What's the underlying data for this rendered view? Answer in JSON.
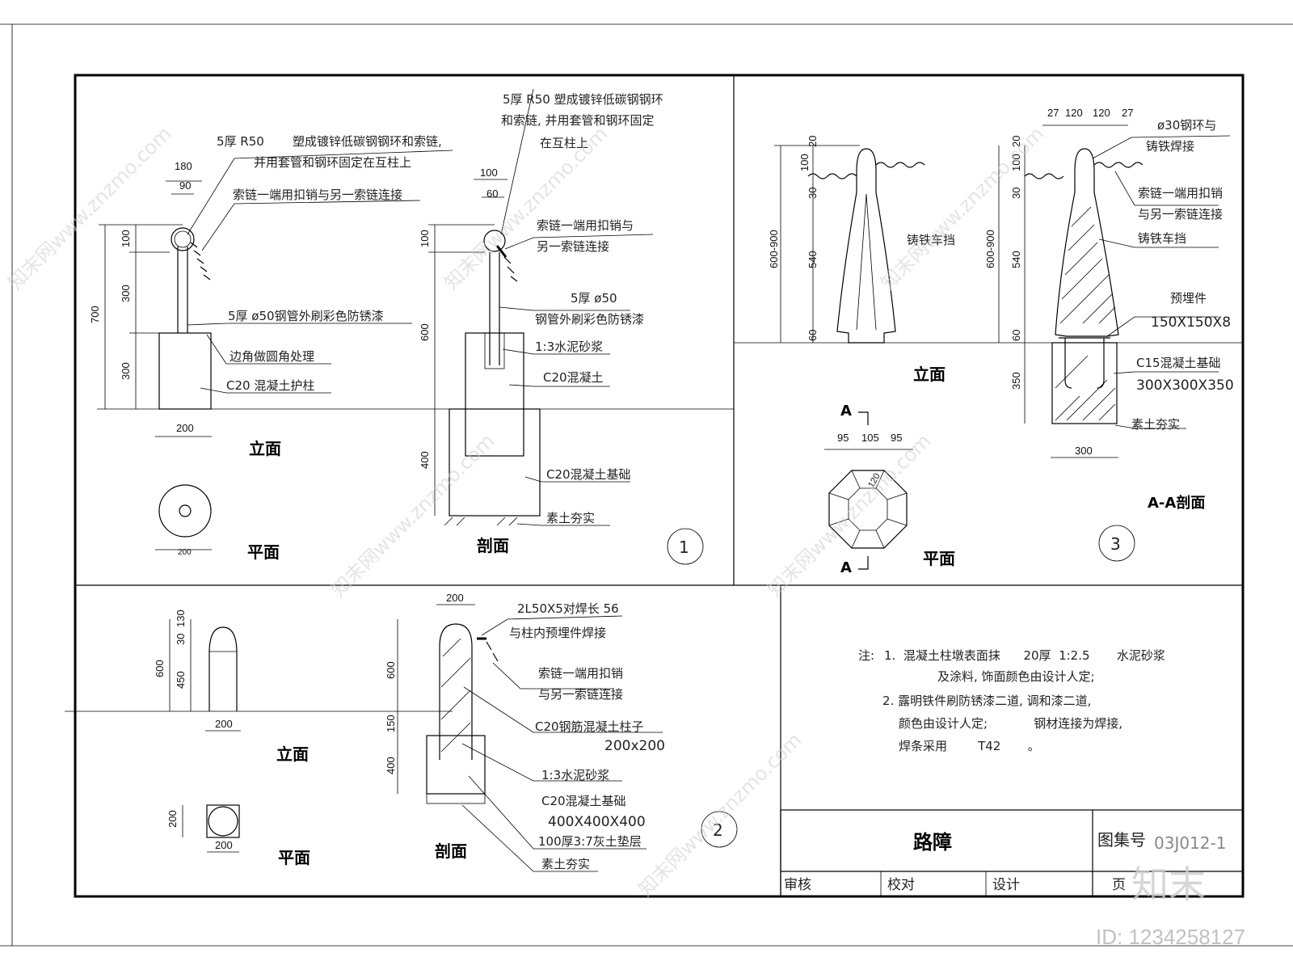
{
  "watermarks": {
    "site": "知末网www.znzmo.com",
    "logo": "知末",
    "id": "ID: 1234258127"
  },
  "detail1": {
    "ring_note": "5厚 R50",
    "ring_desc_1": "塑成镀锌低碳钢钢环和索链,",
    "ring_desc_2": "并用套管和钢环固定在互柱上",
    "chain_note": "索链一端用扣销与另一索链连接",
    "pipe_note": "5厚 ø50钢管外刷彩色防锈漆",
    "corner_note": "边角做圆角处理",
    "concrete_note": "C20 混凝土护柱",
    "dim_180": "180",
    "dim_90": "90",
    "dim_100": "100",
    "dim_300a": "300",
    "dim_300b": "300",
    "dim_700": "700",
    "dim_200": "200",
    "dim_200s": "200",
    "elev_title": "立面",
    "plan_title": "平面",
    "sec_ring_1": "5厚 R50   塑成镀锌低碳钢钢环",
    "sec_ring_2": "和索链,   并用套管和钢环固定",
    "sec_ring_3": "在互柱上",
    "sec_chain_1": "索链一端用扣销与",
    "sec_chain_2": "另一索链连接",
    "sec_pipe_1": "5厚 ø50",
    "sec_pipe_2": "钢管外刷彩色防锈漆",
    "sec_mortar": "1:3水泥砂浆",
    "sec_c20": "C20混凝土",
    "sec_found": "C20混凝土基础",
    "sec_soil": "素土夯实",
    "sec_dim_100": "100",
    "sec_dim_60": "60",
    "sec_dim_100v": "100",
    "sec_dim_600": "600",
    "sec_dim_400": "400",
    "sec_title": "剖面",
    "num": "1"
  },
  "detail2": {
    "dim_130": "130",
    "dim_30": "30",
    "dim_450": "450",
    "dim_600": "600",
    "dim_200": "200",
    "dim_200p": "200",
    "dim_200pv": "200",
    "elev_title": "立面",
    "plan_title": "平面",
    "s_dim_200": "200",
    "s_dim_600": "600",
    "s_dim_150": "150",
    "s_dim_400": "400",
    "s_angle_1": "2L50X5对焊长   56",
    "s_angle_2": "与柱内预埋件焊接",
    "s_chain_1": "索链一端用扣销",
    "s_chain_2": "与另一索链连接",
    "s_col_1": "C20钢筋混凝土柱子",
    "s_col_2": "200x200",
    "s_mortar": "1:3水泥砂浆",
    "s_found_1": "C20混凝土基础",
    "s_found_2": "400X400X400",
    "s_lime": "100厚3:7灰土垫层",
    "s_soil": "素土夯实",
    "sec_title": "剖面",
    "num": "2"
  },
  "detail3": {
    "dims_top": [
      "27",
      "120",
      "120",
      "27"
    ],
    "dim_20": "20",
    "dim_100": "100",
    "dim_30": "30",
    "dim_540": "540",
    "dim_60": "60",
    "dim_range": "600-900",
    "dim_20b": "20",
    "dim_100b": "100",
    "dim_30b": "30",
    "dim_540b": "540",
    "dim_60b": "60",
    "dim_range_b": "600-900",
    "dim_350": "350",
    "dim_300": "300",
    "elev_label": "铸铁车挡",
    "elev_title": "立面",
    "ring_1": "ø30钢环与",
    "ring_2": "铸铁焊接",
    "chain_1": "索链一端用扣销",
    "chain_2": "与另一索链连接",
    "cast": "铸铁车挡",
    "embed_1": "预埋件",
    "embed_2": "150X150X8",
    "found_1": "C15混凝土基础",
    "found_2": "300X300X350",
    "soil": "素土夯实",
    "section_title": "A-A剖面",
    "plan_dims": [
      "95",
      "105",
      "95"
    ],
    "plan_dim_120": "120",
    "a_top": "A",
    "a_bot": "A",
    "plan_title": "平面",
    "num": "3"
  },
  "notes": {
    "label": "注:",
    "l1": "1.  混凝土柱墩表面抹      20厚  1:2.5       水泥砂浆",
    "l2": "及涂料, 饰面颜色由设计人定;",
    "l3": "2. 露明铁件刷防锈漆二道, 调和漆二道,",
    "l4": "颜色由设计人定;            钢材连接为焊接,",
    "l5": "焊条采用        T42       。"
  },
  "title_block": {
    "name": "路障",
    "atlas_label": "图集号",
    "atlas_no": "03J012-1",
    "review": "审核",
    "check": "校对",
    "design": "设计",
    "page": "页"
  }
}
